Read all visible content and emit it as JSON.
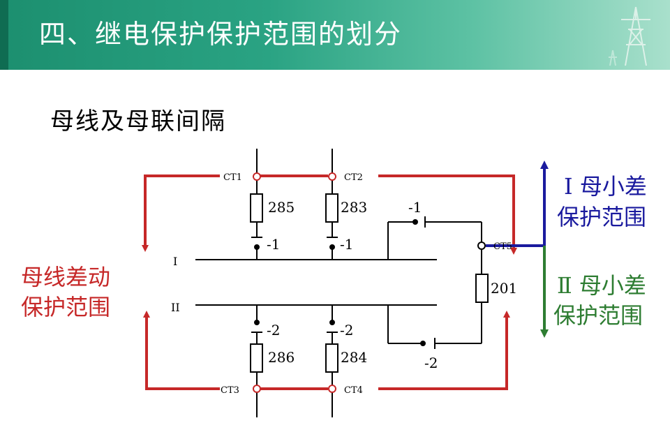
{
  "header": {
    "title": "四、继电保护保护范围的划分"
  },
  "subtitle": "母线及母联间隔",
  "diagram": {
    "ct_labels": [
      "CT1",
      "CT2",
      "CT3",
      "CT4",
      "CT5"
    ],
    "breaker_labels": [
      "285",
      "283",
      "286",
      "284",
      "201"
    ],
    "switch_labels": [
      "-1",
      "-1",
      "-1",
      "-2",
      "-2",
      "-2"
    ],
    "bus_labels": [
      "I",
      "II"
    ],
    "busbar_diff_range": [
      "母线差动",
      "保护范围"
    ],
    "bus1_small_diff_range": [
      "Ⅰ 母小差",
      "保护范围"
    ],
    "bus2_small_diff_range": [
      "Ⅱ 母小差",
      "保护范围"
    ]
  },
  "colors": {
    "red": "#c62828",
    "blue": "#1a1a9e",
    "green": "#2e7d32",
    "header": "#2aa383"
  }
}
